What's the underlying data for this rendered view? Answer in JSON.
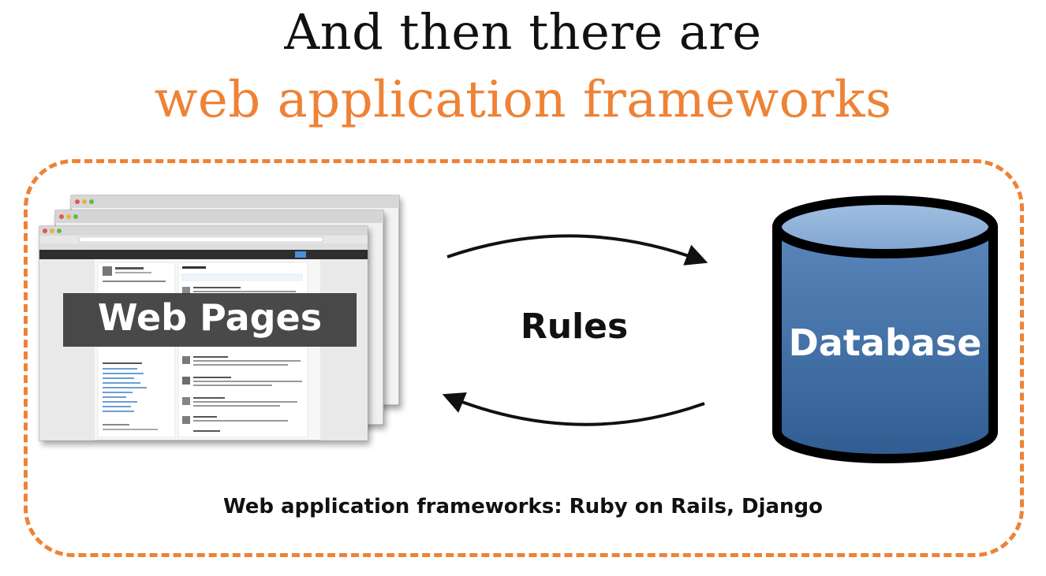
{
  "title": {
    "line1": "And then there are",
    "line2": "web application frameworks"
  },
  "diagram": {
    "web_pages_label": "Web Pages",
    "rules_label": "Rules",
    "database_label": "Database",
    "caption": "Web application frameworks: Ruby on Rails, Django"
  },
  "colors": {
    "accent_orange": "#ee8236",
    "database_fill": "#3f6fa6",
    "database_top": "#8fb1d8",
    "label_band": "#3b3b3b"
  }
}
